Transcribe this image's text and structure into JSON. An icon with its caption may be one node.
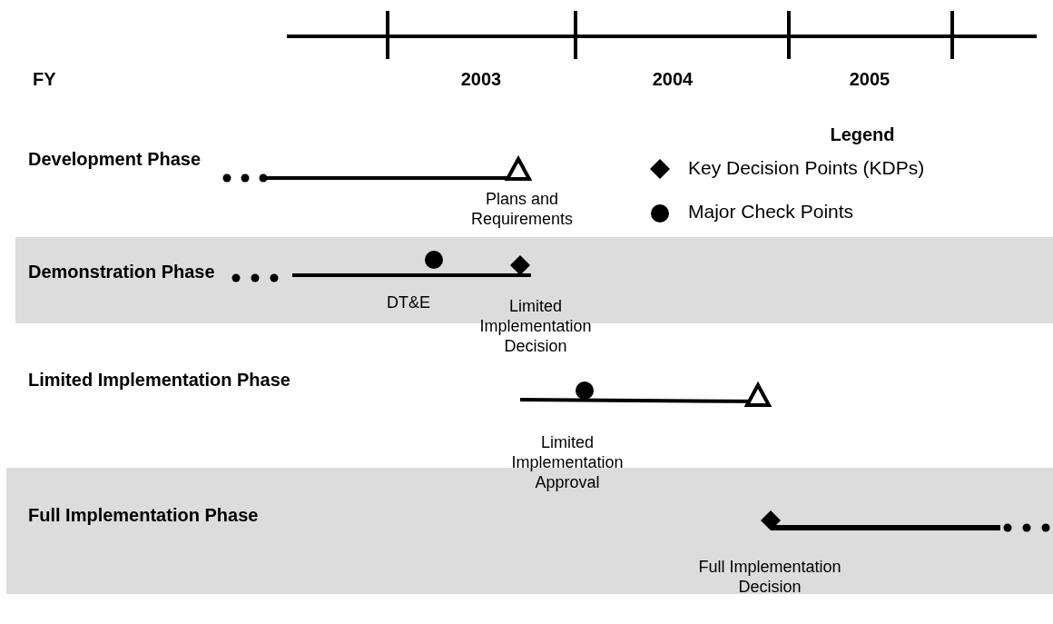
{
  "diagram": {
    "nodes": [
      {
        "text": [
          "Demonstration Phase"
        ]
      },
      {
        "text": [
          "Full Implementation Phase"
        ]
      }
    ],
    "labels": [
      "FY",
      "2003",
      "2004",
      "2005",
      "Legend",
      "Development Phase",
      "Plans and Requirements",
      "DT&E",
      "Limited Implementation Decision",
      "Limited Implementation Phase",
      "Limited Implementation Approval",
      "Full Implementation Decision"
    ],
    "legend": [
      {
        "text": "Key Decision Points (KDPs)"
      },
      {
        "text": "Major Check Points"
      }
    ]
  }
}
